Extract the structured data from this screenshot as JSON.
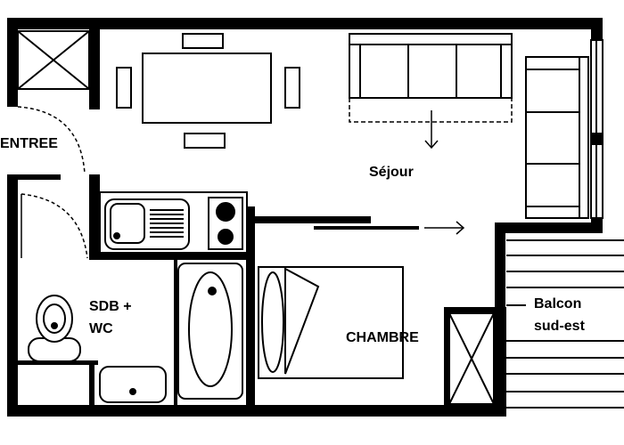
{
  "rooms": {
    "entree": "ENTREE",
    "sejour": "Séjour",
    "sdb_line1": "SDB +",
    "sdb_line2": "WC",
    "chambre": "CHAMBRE",
    "balcon_line1": "Balcon",
    "balcon_line2": "sud-est"
  },
  "colors": {
    "wall": "#000000",
    "background": "#ffffff"
  }
}
